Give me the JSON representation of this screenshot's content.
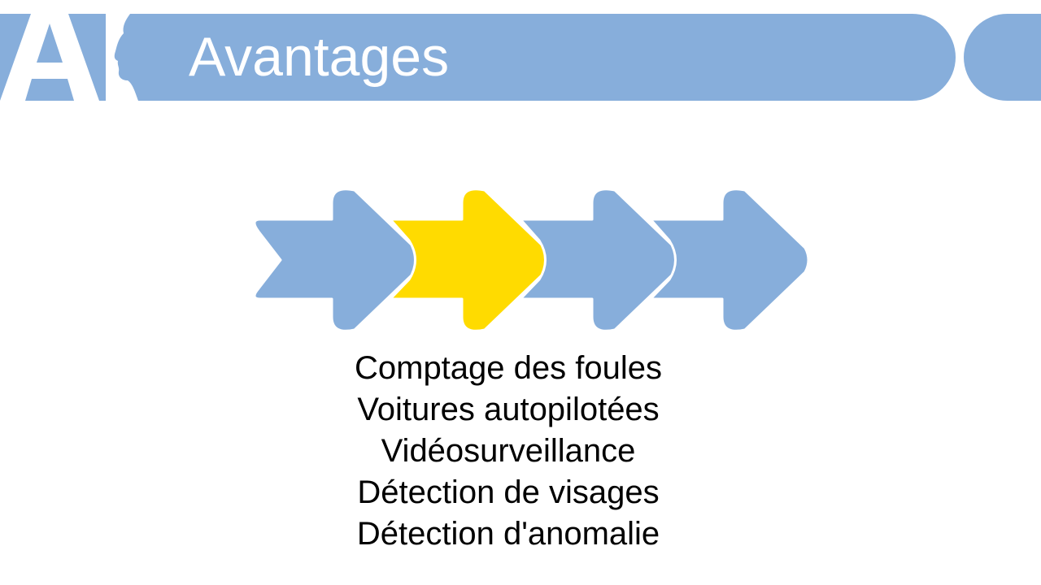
{
  "slide": {
    "title": "Avantages",
    "logo_letters": "AI"
  },
  "colors": {
    "banner": "#87aedb",
    "arrow_default": "#87aedb",
    "arrow_highlight": "#ffdb00",
    "title_text": "#ffffff",
    "body_text": "#000000"
  },
  "process": {
    "step_count": 4,
    "highlighted_step": 2
  },
  "advantages": [
    "Comptage des foules",
    "Voitures autopilotées",
    "Vidéosurveillance",
    "Détection de visages",
    "Détection d'anomalie"
  ]
}
